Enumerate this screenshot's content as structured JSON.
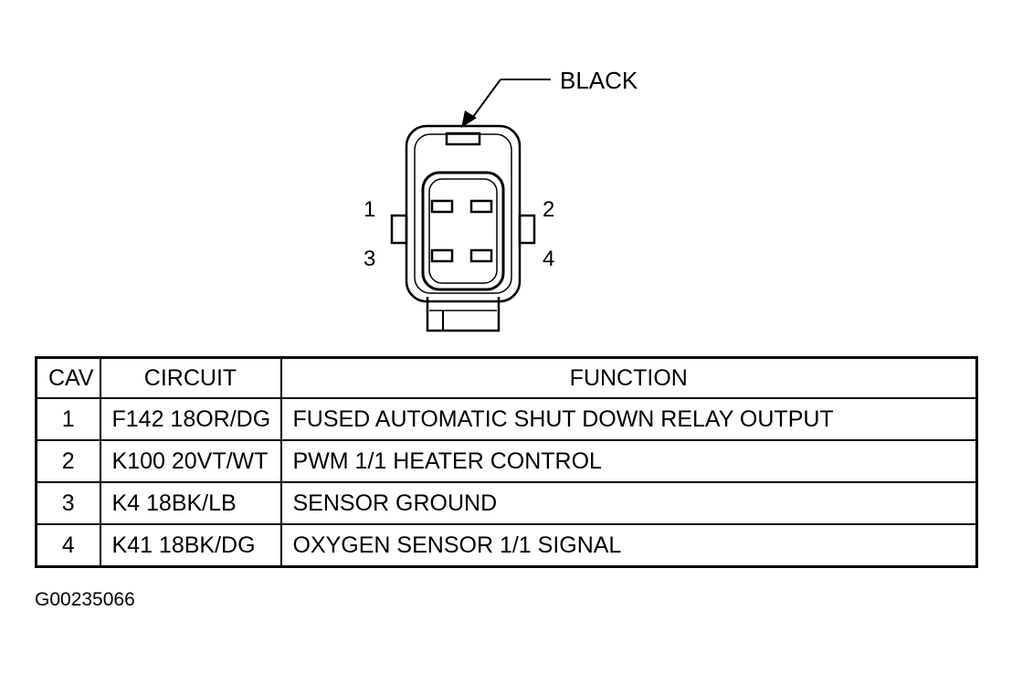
{
  "connector": {
    "color_label": "BLACK",
    "pin_labels": [
      "1",
      "2",
      "3",
      "4"
    ]
  },
  "table": {
    "headers": {
      "cav": "CAV",
      "circuit": "CIRCUIT",
      "function": "FUNCTION"
    },
    "rows": [
      {
        "cav": "1",
        "circuit": "F142 18OR/DG",
        "function": "FUSED AUTOMATIC SHUT DOWN RELAY OUTPUT"
      },
      {
        "cav": "2",
        "circuit": "K100 20VT/WT",
        "function": "PWM 1/1 HEATER CONTROL"
      },
      {
        "cav": "3",
        "circuit": "K4 18BK/LB",
        "function": "SENSOR GROUND"
      },
      {
        "cav": "4",
        "circuit": "K41 18BK/DG",
        "function": "OXYGEN SENSOR 1/1 SIGNAL"
      }
    ]
  },
  "figure_id": "G00235066"
}
